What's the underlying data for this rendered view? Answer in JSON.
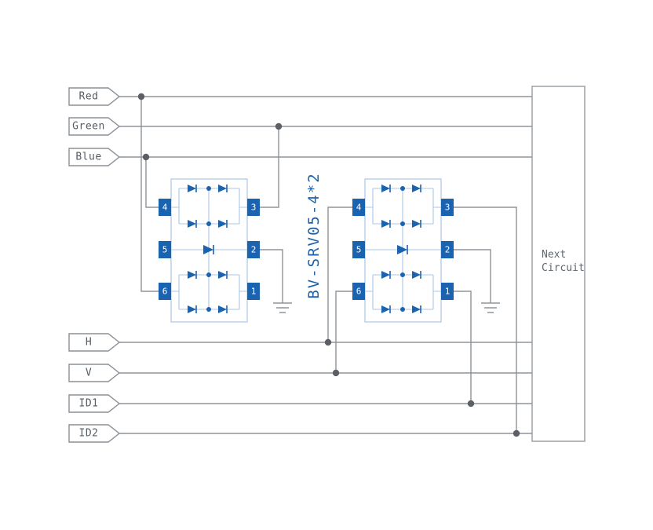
{
  "signals": [
    "Red",
    "Green",
    "Blue",
    "H",
    "V",
    "ID1",
    "ID2"
  ],
  "chip": {
    "label": "BV-SRV05-4*2",
    "pins_left": [
      "4",
      "5",
      "6"
    ],
    "pins_right": [
      "3",
      "2",
      "1"
    ]
  },
  "next_circuit": [
    "Next",
    "Circuit"
  ],
  "connections": [
    {
      "net": "Red",
      "to": "chip1.pin6",
      "also": "Next Circuit"
    },
    {
      "net": "Green",
      "to": "chip1.pin3",
      "also": "Next Circuit"
    },
    {
      "net": "Blue",
      "to": "chip1.pin4",
      "also": "Next Circuit"
    },
    {
      "net": "H",
      "to": "chip2.pin4",
      "also": "Next Circuit"
    },
    {
      "net": "V",
      "to": "chip2.pin6",
      "also": "Next Circuit"
    },
    {
      "net": "ID1",
      "to": "chip2.pin1",
      "also": "Next Circuit"
    },
    {
      "net": "ID2",
      "to": "chip2.pin3",
      "also": "Next Circuit"
    },
    {
      "net": "GND",
      "to": "chip1.pin2 and chip2.pin2 to ground symbols"
    }
  ],
  "colors": {
    "wire": "#8f9398",
    "dot": "#5c6066",
    "tag-border": "#8a9097",
    "tag-text": "#555b63",
    "chip-outline": "#a9c6e5",
    "chip-blue": "#1a63b0",
    "box-border": "#9aa0a6",
    "box-text": "#5f6670",
    "bg": "#ffffff"
  }
}
